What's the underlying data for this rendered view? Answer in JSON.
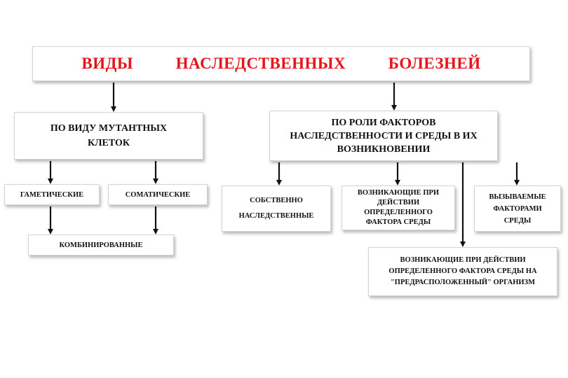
{
  "diagram": {
    "title": "ВИДЫ   НАСЛЕДСТВЕННЫХ   БОЛЕЗНЕЙ",
    "title_color": "#e8141c",
    "by_mutant_cells": "ПО ВИДУ МУТАНТНЫХ КЛЕТОК",
    "by_factor_roles": "ПО РОЛИ ФАКТОРОВ НАСЛЕДСТВЕННОСТИ И СРЕДЫ В ИХ ВОЗНИКНОВЕНИИ",
    "gametic": "ГАМЕТИЧЕСКИЕ",
    "somatic": "СОМАТИЧЕСКИЕ",
    "combined": "КОМБИНИРОВАННЫЕ",
    "proper_hereditary": "СОБСТВЕННО НАСЛЕДСТВЕННЫЕ",
    "arising_under_factor": "ВОЗНИКАЮЩИЕ ПРИ ДЕЙСТВИИ ОПРЕДЕЛЕННОГО ФАКТОРА СРЕДЫ",
    "caused_by_factors": "ВЫЗЫВАЕМЫЕ ФАКТОРАМИ СРЕДЫ",
    "predisposed_organism": "ВОЗНИКАЮЩИЕ ПРИ ДЕЙСТВИИ ОПРЕДЕЛЕННОГО ФАКТОРА СРЕДЫ НА \"ПРЕДРАСПОЛОЖЕННЫЙ\" ОРГАНИЗМ"
  }
}
